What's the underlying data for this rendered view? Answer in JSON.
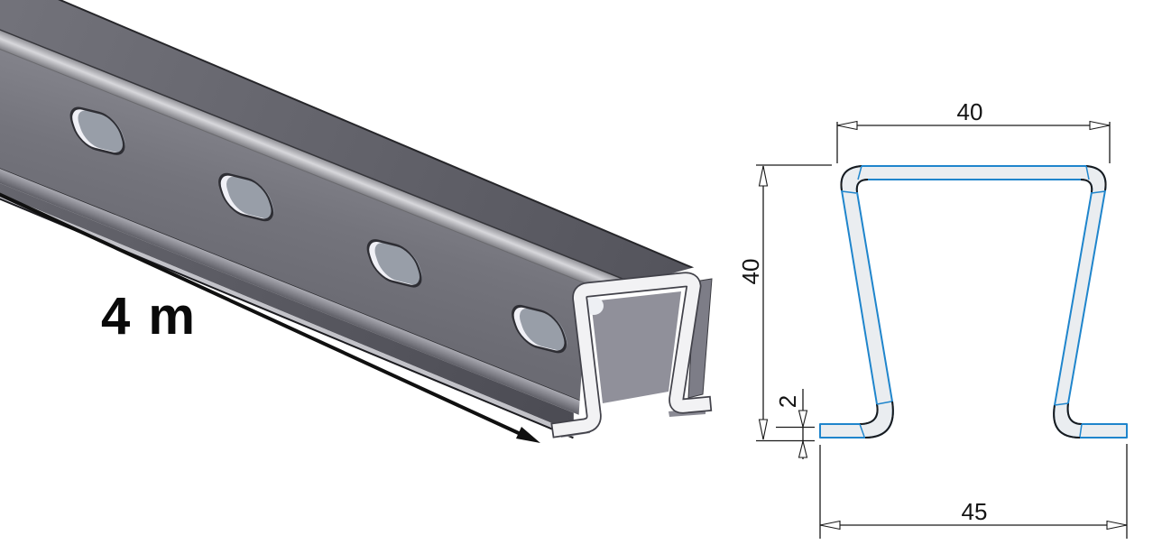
{
  "view3d": {
    "length_label": "4 m",
    "slot_count": 4
  },
  "section": {
    "top_width": "40",
    "height": "40",
    "thickness": "2",
    "bottom_width": "45"
  },
  "colors": {
    "profile_outline": "#1f85cc",
    "profile_fill": "#eaedf0",
    "dimension_color": "#1a1a1a",
    "metal_dark": "#55555d",
    "metal_mid": "#74747c",
    "metal_light": "#c2c2c8",
    "end_cut": "#f2f2f4",
    "background": "#ffffff"
  }
}
